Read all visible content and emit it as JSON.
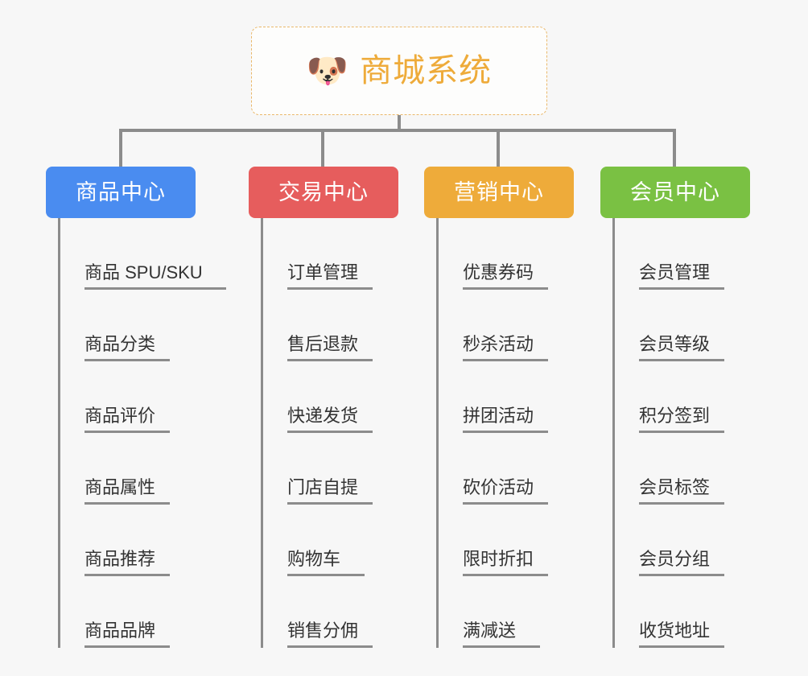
{
  "page": {
    "background": "#f7f7f7",
    "line_color": "#8c8c8c",
    "text_color": "#333333"
  },
  "root": {
    "icon": "dog-face-icon",
    "icon_glyph": "🐶",
    "title": "商城系统",
    "title_color": "#eeab3a",
    "border_color": "#eab86a",
    "background": "#fdfdfc"
  },
  "columns": [
    {
      "id": "product-center",
      "title": "商品中心",
      "color": "#4a8cf0",
      "items": [
        "商品 SPU/SKU",
        "商品分类",
        "商品评价",
        "商品属性",
        "商品推荐",
        "商品品牌"
      ]
    },
    {
      "id": "trade-center",
      "title": "交易中心",
      "color": "#e65d5d",
      "items": [
        "订单管理",
        "售后退款",
        "快递发货",
        "门店自提",
        "购物车",
        "销售分佣"
      ]
    },
    {
      "id": "marketing-center",
      "title": "营销中心",
      "color": "#eeab3a",
      "items": [
        "优惠券码",
        "秒杀活动",
        "拼团活动",
        "砍价活动",
        "限时折扣",
        "满减送"
      ]
    },
    {
      "id": "member-center",
      "title": "会员中心",
      "color": "#7ac143",
      "items": [
        "会员管理",
        "会员等级",
        "积分签到",
        "会员标签",
        "会员分组",
        "收货地址"
      ]
    }
  ]
}
